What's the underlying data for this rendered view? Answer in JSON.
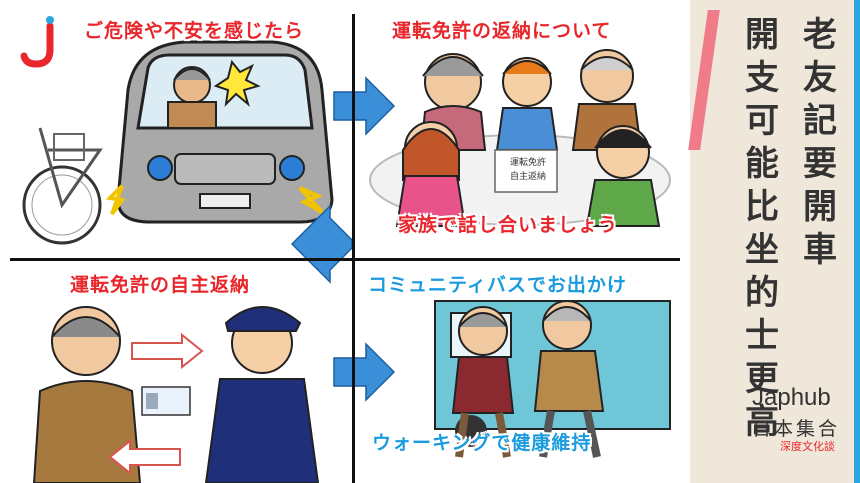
{
  "panels": {
    "p1_title": "ご危険や不安を感じたら",
    "p2_title": "運転免許の返納について",
    "p2_bottom": "家族で話し合いましょう",
    "p2_sign_line1": "運転免許",
    "p2_sign_line2": "自主返納",
    "p3_title": "運転免許の自主返納",
    "p4_title": "コミュニティバスでお出かけ",
    "p4_bottom": "ウォーキングで健康維持"
  },
  "side": {
    "title_col1": "老友記要開車",
    "title_col2": "開支可能比坐的士更高",
    "brand": "Japhub",
    "brand_sub": "日本集合",
    "tagline": "深度文化談"
  },
  "colors": {
    "accent_red": "#e8262b",
    "accent_blue": "#1a9be0",
    "stripe_pink": "#f07c8a",
    "stripe_blue": "#2da6e0",
    "side_bg": "#efe7da"
  }
}
